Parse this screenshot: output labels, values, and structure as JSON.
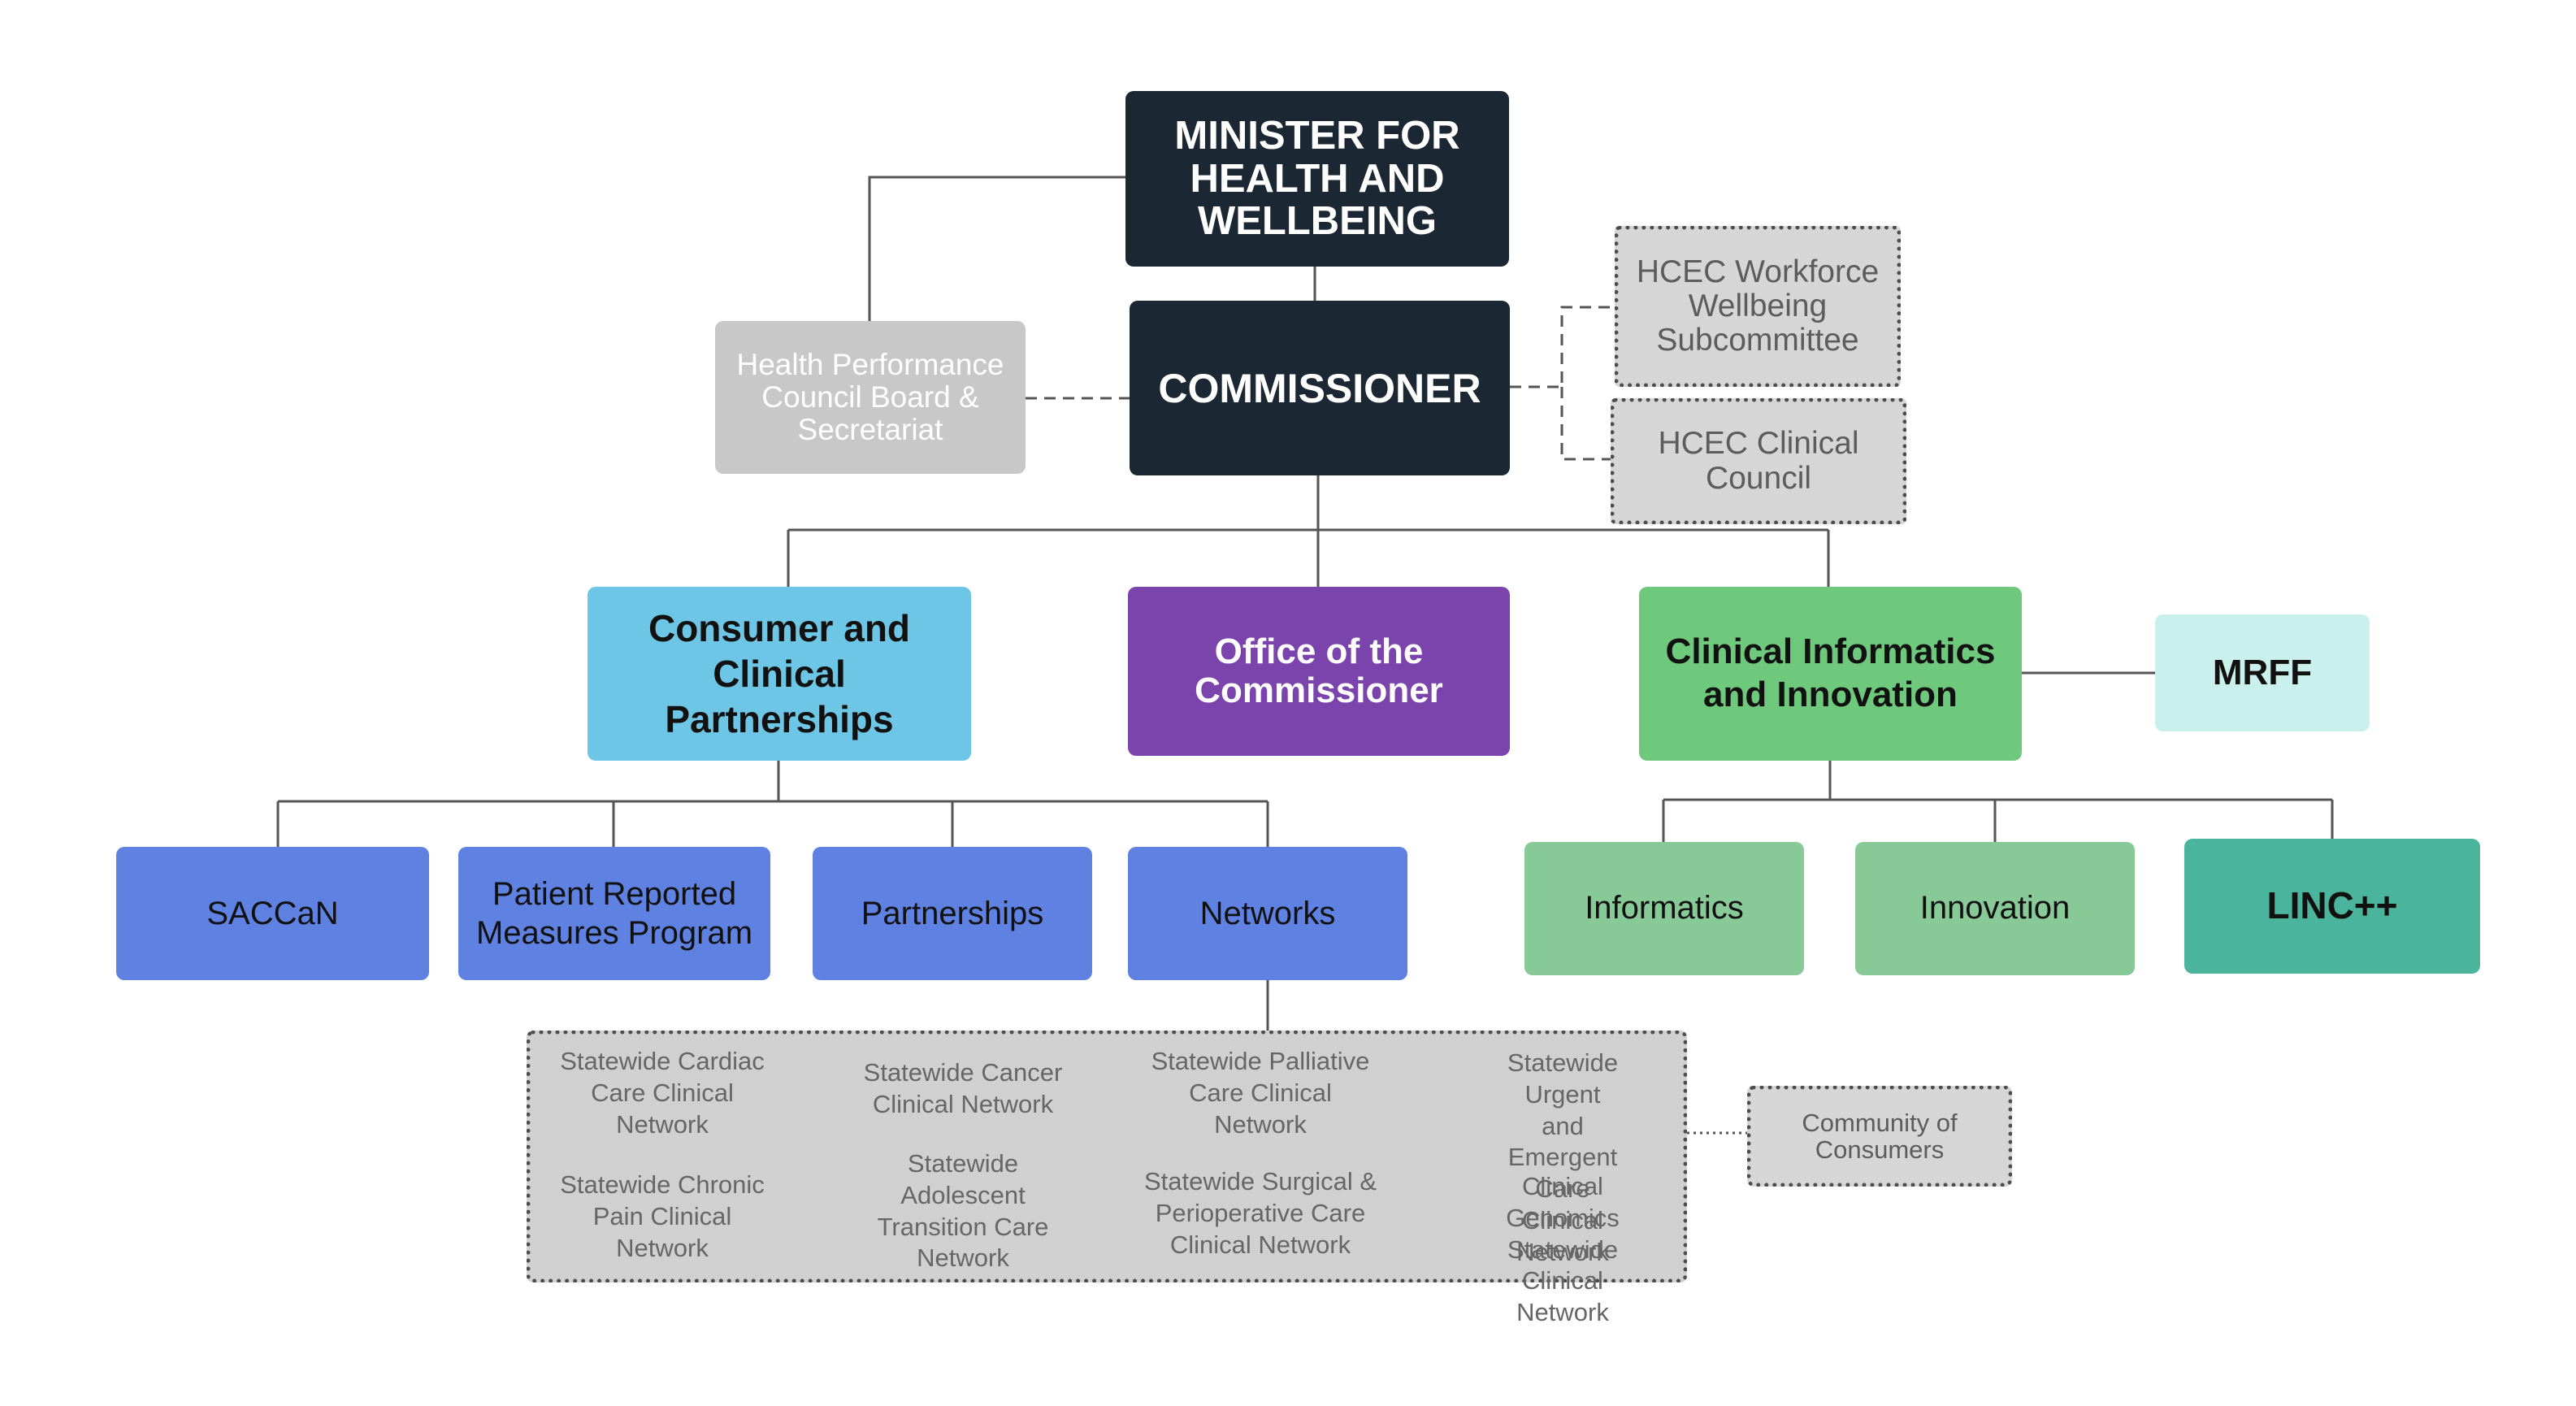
{
  "nodes": {
    "minister": "MINISTER FOR\nHEALTH AND\nWELLBEING",
    "commissioner": "COMMISSIONER",
    "hpc_board": "Health Performance\nCouncil Board &\nSecretariat",
    "hcec_workforce": "HCEC Workforce\nWellbeing\nSubcommittee",
    "hcec_clinical": "HCEC Clinical\nCouncil",
    "consumer_clinical": "Consumer and\nClinical\nPartnerships",
    "office_commissioner": "Office of the\nCommissioner",
    "clinical_informatics": "Clinical Informatics\nand Innovation",
    "mrff": "MRFF",
    "saccan": "SACCaN",
    "prmp": "Patient Reported\nMeasures Program",
    "partnerships": "Partnerships",
    "networks": "Networks",
    "informatics": "Informatics",
    "innovation": "Innovation",
    "linc": "LINC++",
    "community": "Community of\nConsumers"
  },
  "networks_list": [
    "Statewide Cardiac\nCare Clinical\nNetwork",
    "Statewide Chronic\nPain Clinical\nNetwork",
    "Statewide Cancer\nClinical Network",
    "Statewide\nAdolescent\nTransition Care\nNetwork",
    "Statewide Palliative\nCare Clinical\nNetwork",
    "Statewide Surgical &\nPerioperative Care\nClinical Network",
    "Statewide Urgent\nand Emergent Care\nClinical Network",
    "Clinical Genomics\nStatewide Clinical\nNetwork"
  ],
  "colors": {
    "dark": "#1b2733",
    "grey": "#c8c8c8",
    "dotted_fill": "#d6d6d6",
    "cyan": "#6ec6e6",
    "purple": "#7b44ad",
    "green": "#6fc97c",
    "mint": "#c9f0ec",
    "blue": "#5f82e2",
    "light_green": "#88c998",
    "teal": "#4bb49c",
    "connector": "#555555"
  }
}
